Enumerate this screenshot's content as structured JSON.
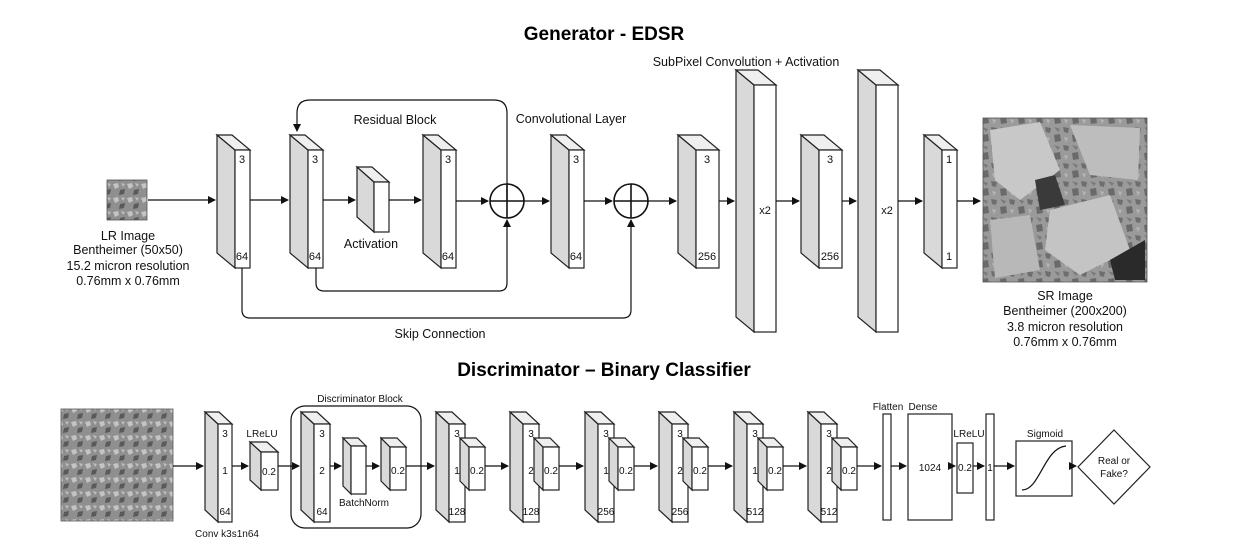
{
  "generator": {
    "title": "Generator - EDSR",
    "input": {
      "line1": "LR Image",
      "line2": "Bentheimer (50x50)",
      "line3": "15.2 micron resolution",
      "line4": "0.76mm x 0.76mm"
    },
    "output": {
      "line1": "SR Image",
      "line2": "Bentheimer (200x200)",
      "line3": "3.8 micron resolution",
      "line4": "0.76mm x 0.76mm"
    },
    "residual_block_label": "Residual Block",
    "activation_label": "Activation",
    "conv_layer_label": "Convolutional Layer",
    "subpixel_label": "SubPixel Convolution + Activation",
    "skip_label": "Skip Connection",
    "layers": [
      {
        "top": "3",
        "bottom": "64"
      },
      {
        "top": "3",
        "bottom": "64"
      },
      {
        "top": "3",
        "bottom": "64"
      },
      {
        "top": "3",
        "bottom": "64"
      },
      {
        "top": "3",
        "bottom": "256"
      },
      {
        "mid": "x2"
      },
      {
        "top": "3",
        "bottom": "256"
      },
      {
        "mid": "x2"
      },
      {
        "top": "1",
        "bottom": "1"
      }
    ]
  },
  "discriminator": {
    "title": "Discriminator – Binary Classifier",
    "block_label": "Discriminator Block",
    "lrelu_label": "LReLU",
    "batchnorm_label": "BatchNorm",
    "conv_label": "Conv k3s1n64",
    "flatten_label": "Flatten",
    "dense_label": "Dense",
    "dense_units": "1024",
    "lrelu2_label": "LReLU",
    "sigmoid_label": "Sigmoid",
    "decision_line1": "Real or",
    "decision_line2": "Fake?",
    "slope": "0.2",
    "flat_num": "1",
    "first_conv": {
      "k": "3",
      "s": "1",
      "n": "64"
    },
    "blocks": [
      {
        "k": "3",
        "s": "2",
        "n": "64"
      },
      {
        "k": "3",
        "s": "1",
        "n": "128"
      },
      {
        "k": "3",
        "s": "2",
        "n": "128"
      },
      {
        "k": "3",
        "s": "1",
        "n": "256"
      },
      {
        "k": "3",
        "s": "2",
        "n": "256"
      },
      {
        "k": "3",
        "s": "1",
        "n": "512"
      },
      {
        "k": "3",
        "s": "2",
        "n": "512"
      }
    ]
  }
}
